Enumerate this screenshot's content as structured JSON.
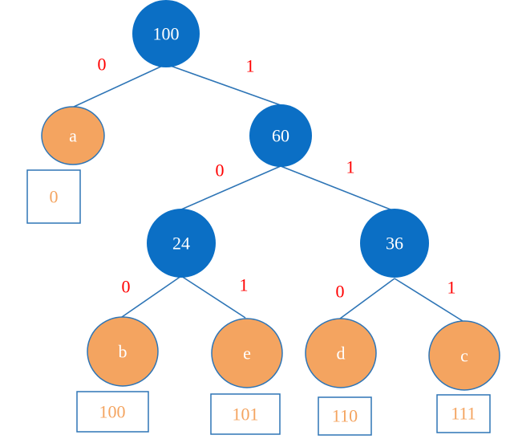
{
  "colors": {
    "internal_node": "#0b6fc5",
    "leaf_node": "#f4a460",
    "edge": "#2e75b6",
    "edge_label": "#ff0000",
    "code_text": "#f4a460",
    "node_text": "#ffffff"
  },
  "nodes": {
    "root": "100",
    "n60": "60",
    "n24": "24",
    "n36": "36",
    "leaf_a": "a",
    "leaf_b": "b",
    "leaf_e": "e",
    "leaf_d": "d",
    "leaf_c": "c"
  },
  "edge_labels": {
    "root_a": "0",
    "root_60": "1",
    "n60_24": "0",
    "n60_36": "1",
    "n24_b": "0",
    "n24_e": "1",
    "n36_d": "0",
    "n36_c": "1"
  },
  "codes": {
    "a": "0",
    "b": "100",
    "e": "101",
    "d": "110",
    "c": "111"
  }
}
